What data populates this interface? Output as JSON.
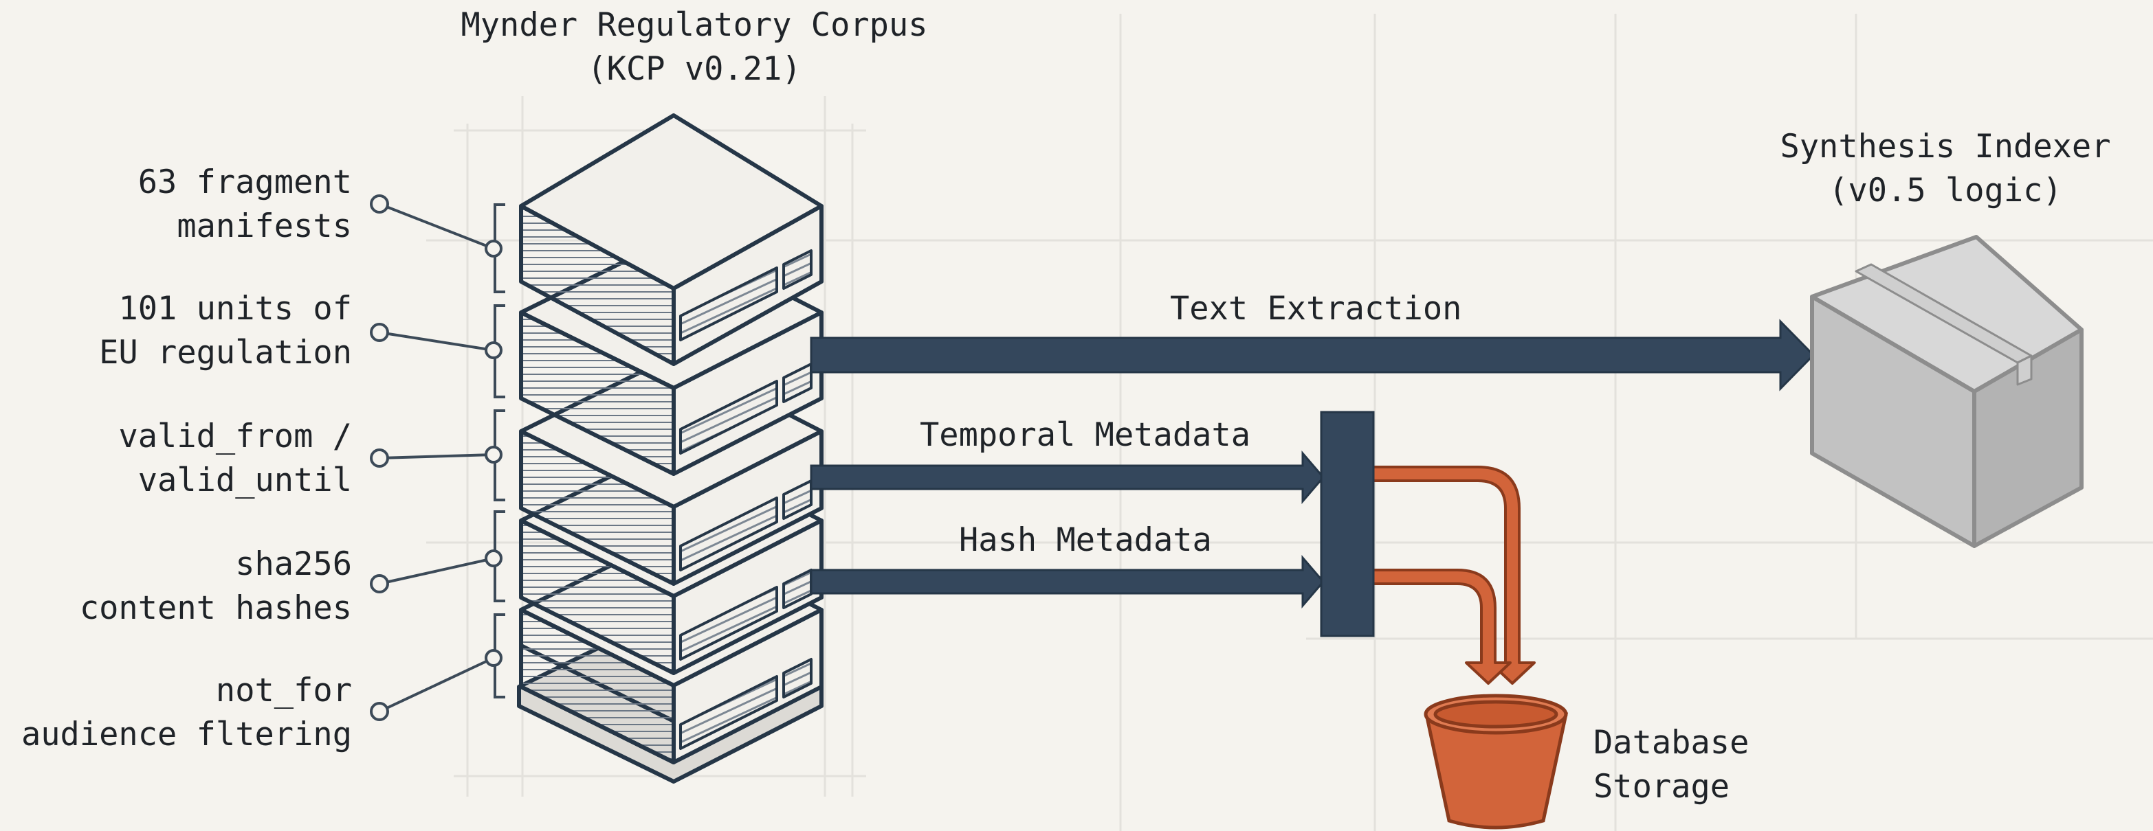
{
  "corpus": {
    "title_line1": "Mynder Regulatory Corpus",
    "title_line2": "(KCP v0.21)"
  },
  "indexer": {
    "title_line1": "Synthesis Indexer",
    "title_line2": "(v0.5 logic)"
  },
  "features": [
    {
      "line1": "63 fragment",
      "line2": "manifests"
    },
    {
      "line1": "101 units of",
      "line2": "EU regulation"
    },
    {
      "line1": "valid_from /",
      "line2": "valid_until"
    },
    {
      "line1": "sha256",
      "line2": "content hashes"
    },
    {
      "line1": "not_for",
      "line2": "audience fltering"
    }
  ],
  "flows": {
    "text_extraction": "Text Extraction",
    "temporal_metadata": "Temporal Metadata",
    "hash_metadata": "Hash Metadata"
  },
  "database": {
    "line1": "Database",
    "line2": "Storage"
  },
  "colors": {
    "background": "#f5f3ee",
    "navy": "#34475c",
    "orange": "#d2643a",
    "box_gray": "#c6c6c6"
  }
}
